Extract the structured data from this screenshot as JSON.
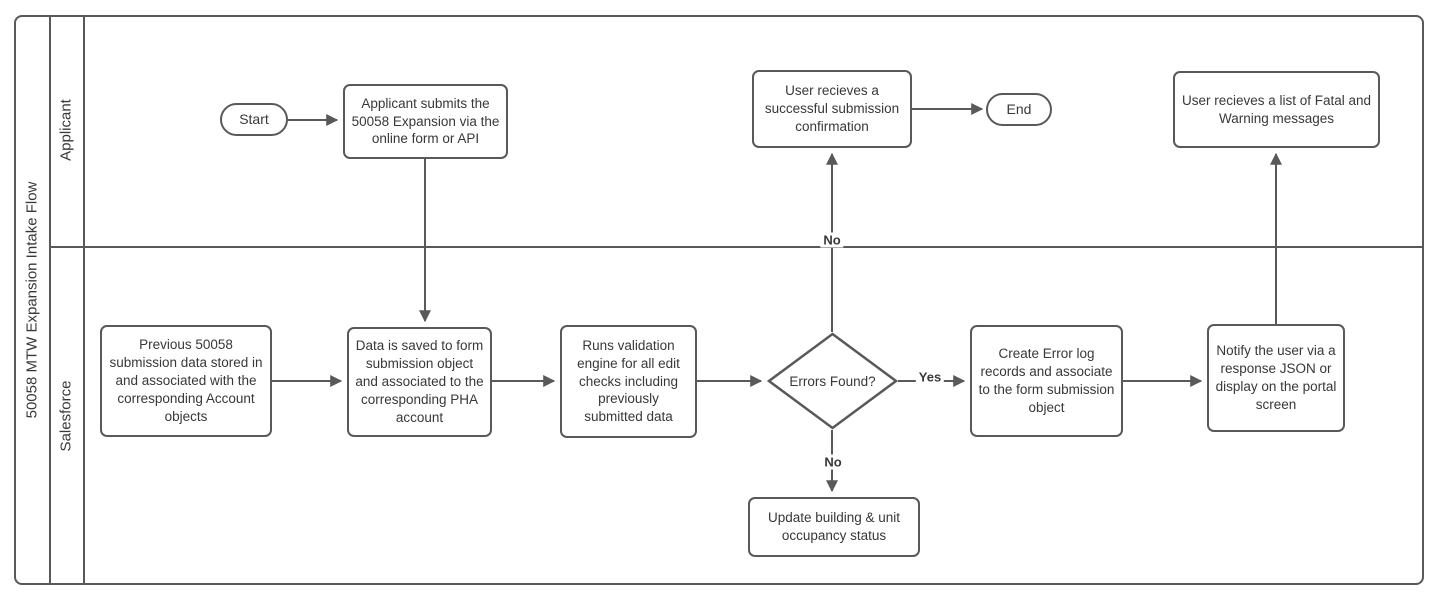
{
  "title": "50058 MTW Expansion Intake Flow",
  "lanes": {
    "applicant": "Applicant",
    "salesforce": "Salesforce"
  },
  "nodes": {
    "start": "Start",
    "applicant_submits": "Applicant submits the 50058 Expansion via the online form or API",
    "submission_confirmation": "User recieves a successful submission confirmation",
    "end": "End",
    "fatal_warning_messages": "User recieves a list of Fatal and Warning messages",
    "previous_submission_data": "Previous 50058 submission data stored in and associated with the corresponding Account objects",
    "data_saved": "Data is saved to form submission object and associated to the corresponding PHA account",
    "runs_validation": "Runs validation engine for all edit checks including previously submitted data",
    "errors_found": "Errors Found?",
    "create_error_log": "Create Error log records and associate to the form submission object",
    "notify_user": "Notify the user via a response JSON or display on the portal screen",
    "update_occupancy": "Update building & unit occupancy status"
  },
  "edge_labels": {
    "yes": "Yes",
    "no_to_confirmation": "No",
    "no_to_occupancy": "No"
  },
  "edges": [
    {
      "from": "start",
      "to": "applicant_submits",
      "label": ""
    },
    {
      "from": "applicant_submits",
      "to": "data_saved",
      "label": ""
    },
    {
      "from": "previous_submission_data",
      "to": "data_saved",
      "label": ""
    },
    {
      "from": "data_saved",
      "to": "runs_validation",
      "label": ""
    },
    {
      "from": "runs_validation",
      "to": "errors_found",
      "label": ""
    },
    {
      "from": "errors_found",
      "to": "create_error_log",
      "label": "Yes"
    },
    {
      "from": "errors_found",
      "to": "submission_confirmation",
      "label": "No"
    },
    {
      "from": "errors_found",
      "to": "update_occupancy",
      "label": "No"
    },
    {
      "from": "create_error_log",
      "to": "notify_user",
      "label": ""
    },
    {
      "from": "notify_user",
      "to": "fatal_warning_messages",
      "label": ""
    },
    {
      "from": "submission_confirmation",
      "to": "end",
      "label": ""
    }
  ],
  "colors": {
    "stroke": "#595959",
    "text": "#383838",
    "canvas": "#ffffff"
  }
}
